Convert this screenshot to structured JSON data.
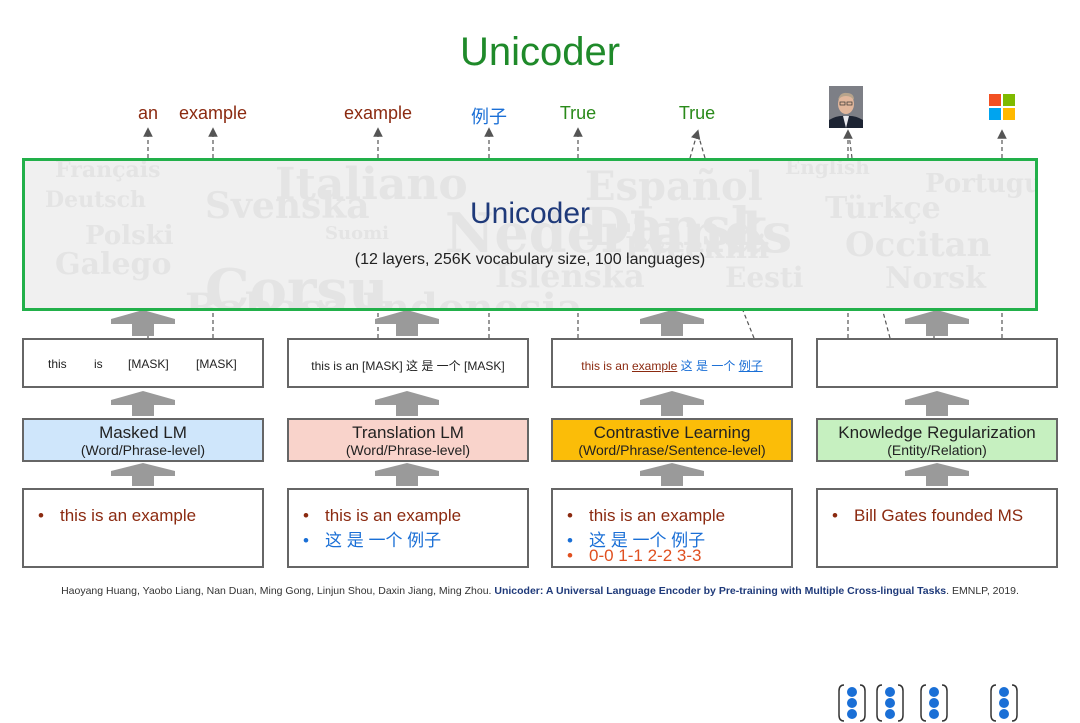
{
  "title": "Unicoder",
  "outputs": {
    "an": "an",
    "example1": "example",
    "example2": "example",
    "lizi": "例子",
    "true1": "True",
    "true2": "True",
    "gates_alt": "Bill Gates photo",
    "ms_alt": "Microsoft logo"
  },
  "encoder": {
    "title": "Unicoder",
    "subtitle": "(12 layers, 256K vocabulary size, 100 languages)"
  },
  "inputs": {
    "mlm": [
      "this",
      "is",
      "[MASK]",
      "[MASK]"
    ],
    "tlm": "this is an [MASK] 这 是 一个 [MASK]",
    "cl_prefix": "this is an ",
    "cl_example": "example",
    "cl_mid": " 这 是 一个 ",
    "cl_lizi": "例子"
  },
  "tasks": [
    {
      "name": "Masked LM",
      "level": "(Word/Phrase-level)",
      "color": "#cfe6fb"
    },
    {
      "name": "Translation LM",
      "level": "(Word/Phrase-level)",
      "color": "#f9d3cb"
    },
    {
      "name": "Contrastive Learning",
      "level": "(Word/Phrase/Sentence-level)",
      "color": "#fbbd08"
    },
    {
      "name": "Knowledge Regularization",
      "level": "(Entity/Relation)",
      "color": "#c6f0c0"
    }
  ],
  "examples": {
    "mlm": [
      "this is an example"
    ],
    "tlm": [
      "this is an example",
      "这 是 一个 例子"
    ],
    "cl": [
      "this is an example",
      "这 是 一个 例子",
      "0-0 1-1 2-2 3-3"
    ],
    "kr": [
      "Bill Gates founded MS"
    ]
  },
  "bullet": "•",
  "citation": {
    "authors": "Haoyang Huang, Yaobo Liang, Nan Duan, Ming Gong, Linjun Shou, Daxin Jiang, Ming Zhou. ",
    "paper": "Unicoder: A Universal Language Encoder by Pre-training with Multiple Cross-lingual Tasks",
    "venue": ". EMNLP, 2019."
  },
  "background_words": [
    "Français",
    "Italiano",
    "Español",
    "English",
    "Português",
    "Deutsch",
    "Svenska",
    "Nederlands",
    "Dansk",
    "Türkçe",
    "Polski",
    "Suomi",
    "Русский",
    "Occitan",
    "Galego",
    "Corsu",
    "Íslenska",
    "Eesti",
    "Norsk",
    "Bahasa Indonesia"
  ],
  "colors": {
    "title": "#1f8a2a",
    "encoder_border": "#22b04a",
    "dark_red": "#8b2a10",
    "blue": "#1a6fd6",
    "green": "#2a8a1a",
    "orange_red": "#e05020"
  }
}
